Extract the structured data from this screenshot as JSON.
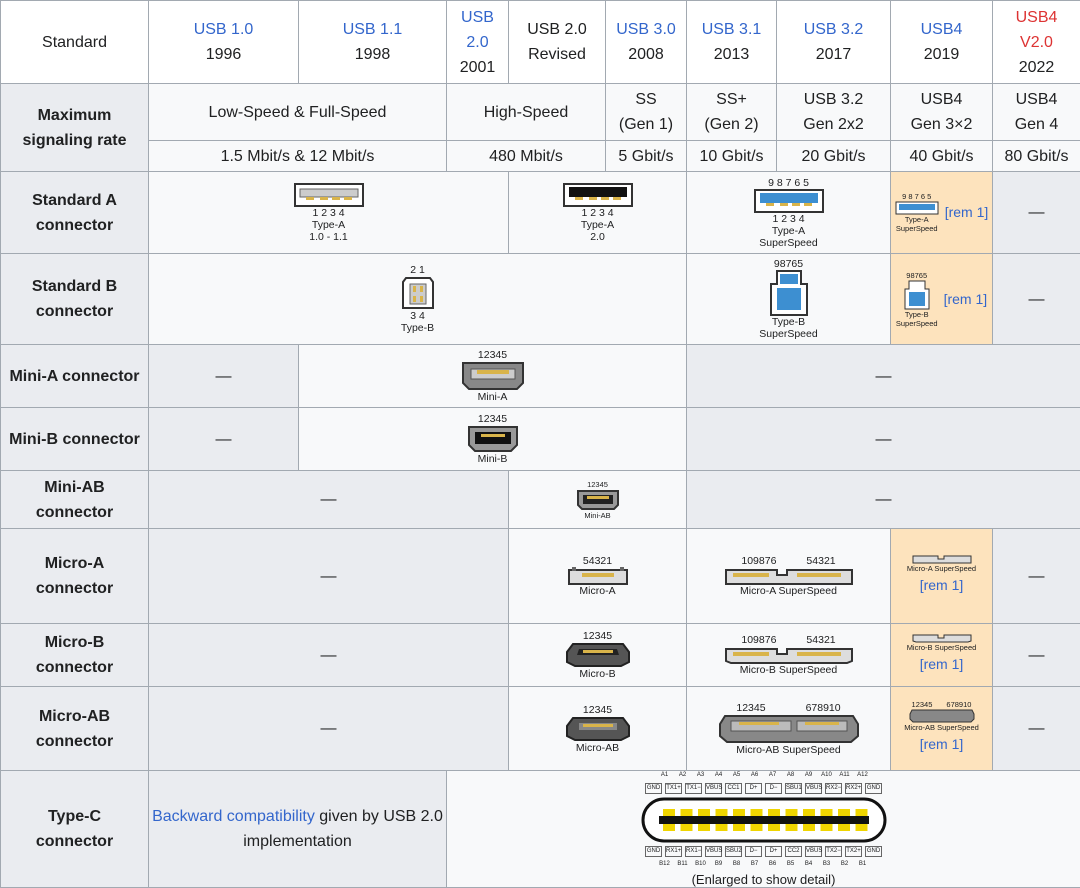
{
  "header": {
    "standard": "Standard",
    "versions": [
      {
        "name": "USB 1.0",
        "year": "1996"
      },
      {
        "name": "USB 1.1",
        "year": "1998"
      },
      {
        "name": "USB 2.0",
        "year": "2001"
      },
      {
        "name": "USB 2.0 Revised",
        "year": ""
      },
      {
        "name": "USB 3.0",
        "year": "2008"
      },
      {
        "name": "USB 3.1",
        "year": "2013"
      },
      {
        "name": "USB 3.2",
        "year": "2017"
      },
      {
        "name": "USB4",
        "year": "2019"
      },
      {
        "name": "USB4 V2.0",
        "year": "2022"
      }
    ]
  },
  "rows": {
    "signaling": {
      "label": "Maximum signaling rate",
      "modes": [
        "Low-Speed & Full-Speed",
        "High-Speed",
        "SS (Gen 1)",
        "SS+ (Gen 2)",
        "USB 3.2 Gen 2x2",
        "USB4 Gen 3×2",
        "USB4 Gen 4"
      ],
      "rates": [
        "1.5 Mbit/s & 12 Mbit/s",
        "480 Mbit/s",
        "5 Gbit/s",
        "10 Gbit/s",
        "20 Gbit/s",
        "40 Gbit/s",
        "80 Gbit/s"
      ]
    },
    "std_a": {
      "label": "Standard A connector",
      "cap1": "Type-A",
      "cap1b": "1.0 - 1.1",
      "cap2": "Type-A",
      "cap2b": "2.0",
      "cap3": "Type-A",
      "cap3b": "SuperSpeed",
      "pins12": "1 2 3 4",
      "pins3": "9 8 7 6 5",
      "rem": "[rem 1]",
      "dash": "—"
    },
    "std_b": {
      "label": "Standard B connector",
      "cap1": "Type-B",
      "pins_top": "2 1",
      "pins_bot": "3 4",
      "cap2": "Type-B",
      "cap2b": "SuperSpeed",
      "pins2": "98765",
      "rem": "[rem 1]",
      "dash": "—"
    },
    "mini_a": {
      "label": "Mini-A connector",
      "pins": "12345",
      "cap": "Mini-A",
      "dash": "—"
    },
    "mini_b": {
      "label": "Mini-B connector",
      "pins": "12345",
      "cap": "Mini-B",
      "dash": "—"
    },
    "mini_ab": {
      "label": "Mini-AB connector",
      "pins": "12345",
      "cap": "Mini-AB",
      "dash": "—"
    },
    "micro_a": {
      "label": "Micro-A connector",
      "pins": "54321",
      "pins_ss1": "109876",
      "cap": "Micro-A",
      "cap_ss": "Micro-A SuperSpeed",
      "rem": "[rem 1]",
      "dash": "—"
    },
    "micro_b": {
      "label": "Micro-B connector",
      "pins": "12345",
      "pins_ss1": "109876",
      "pins_ss2": "54321",
      "cap": "Micro-B",
      "cap_ss": "Micro-B SuperSpeed",
      "rem": "[rem 1]",
      "dash": "—"
    },
    "micro_ab": {
      "label": "Micro-AB connector",
      "pins": "12345",
      "pins_ss1": "12345",
      "pins_ss2": "678910",
      "cap": "Micro-AB",
      "cap_ss": "Micro-AB SuperSpeed",
      "rem": "[rem 1]",
      "dash": "—"
    },
    "type_c": {
      "label": "Type-C connector",
      "compat_link": "Backward compatibility",
      "compat_text": " given by USB 2.0 implementation",
      "top_pins": [
        "A1",
        "A2",
        "A3",
        "A4",
        "A5",
        "A6",
        "A7",
        "A8",
        "A9",
        "A10",
        "A11",
        "A12"
      ],
      "top_sig": [
        "GND",
        "TX1+",
        "TX1−",
        "VBUS",
        "CC1",
        "D+",
        "D−",
        "SBU1",
        "VBUS",
        "RX2−",
        "RX2+",
        "GND"
      ],
      "bot_sig": [
        "GND",
        "RX1+",
        "RX1−",
        "VBUS",
        "SBU2",
        "D−",
        "D+",
        "CC2",
        "VBUS",
        "TX2−",
        "TX2+",
        "GND"
      ],
      "bot_pins": [
        "B12",
        "B11",
        "B10",
        "B9",
        "B8",
        "B7",
        "B6",
        "B5",
        "B4",
        "B3",
        "B2",
        "B1"
      ],
      "caption": "(Enlarged to show detail)"
    }
  },
  "colors": {
    "link": "#3366cc",
    "new": "#d33",
    "header_bg": "#eaecf0",
    "highlight": "#fde3bd"
  }
}
